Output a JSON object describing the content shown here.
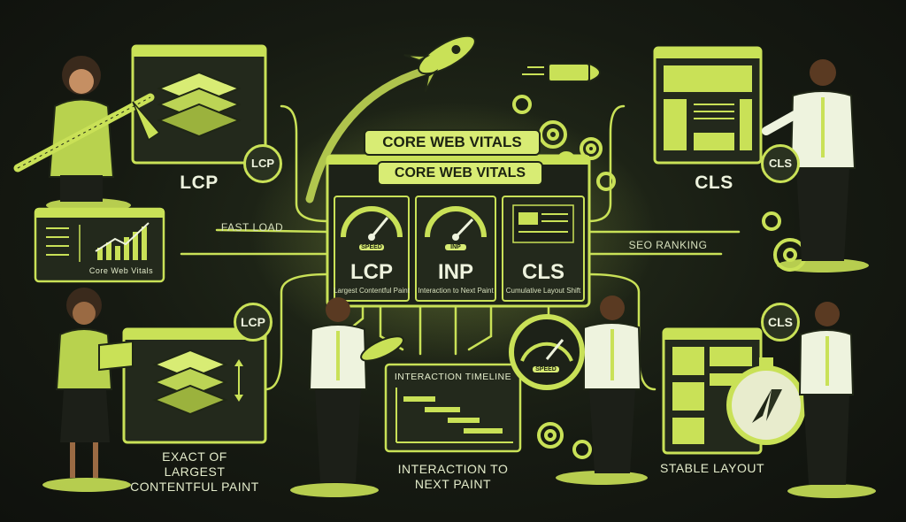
{
  "title": {
    "outer": "CORE WEB VITALS",
    "inner": "CORE WEB VITALS"
  },
  "metrics": [
    {
      "abbr": "LCP",
      "desc": "Largest Contentful Paint",
      "gauge_label": "SPEED"
    },
    {
      "abbr": "INP",
      "desc": "Interaction to Next Paint",
      "gauge_label": "INP"
    },
    {
      "abbr": "CLS",
      "desc": "Cumulative Layout Shift",
      "gauge_label": ""
    }
  ],
  "side_labels": {
    "lcp_top": "LCP",
    "cls_top": "CLS",
    "lcp_badge_top": "LCP",
    "cls_badge_top": "CLS",
    "lcp_badge_bottom": "LCP",
    "cls_badge_bottom": "CLS",
    "fast_load": "FAST LOAD",
    "seo_ranking": "SEO RANKING",
    "mini_dashboard": "Core Web Vitals",
    "interaction_timeline": "INTERACTION TIMELINE",
    "gauge_speed": "SPEED"
  },
  "captions": {
    "bottom_left": [
      "EXACT OF",
      "LARGEST",
      "CONTENTFUL PAINT"
    ],
    "bottom_center": [
      "INTERACTION TO",
      "NEXT PAINT"
    ],
    "bottom_right": [
      "STABLE LAYOUT"
    ]
  },
  "colors": {
    "accent": "#c9e157",
    "accent_light": "#d8ec74",
    "panel": "#23291c",
    "background": "#141712",
    "text": "#e4eccb"
  }
}
